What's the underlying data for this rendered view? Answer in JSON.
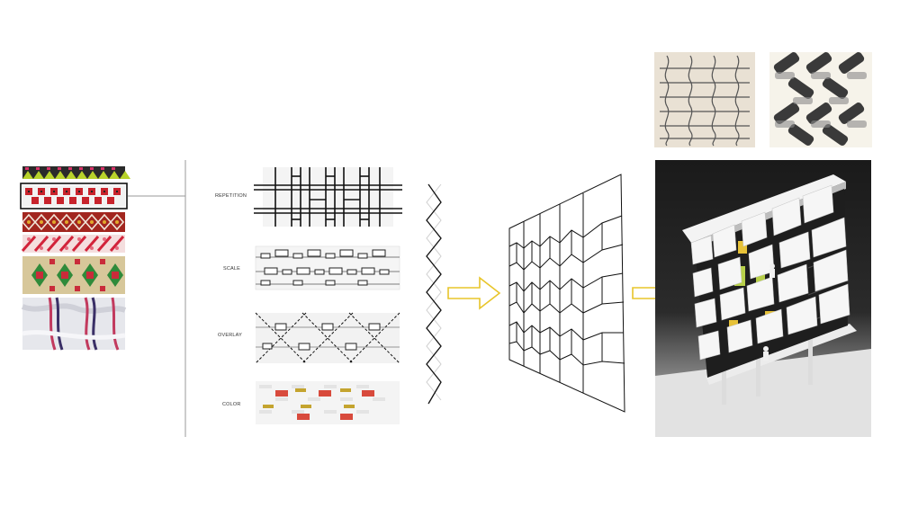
{
  "diagram": {
    "steps": [
      {
        "id": "repetition",
        "label": "REPETITION"
      },
      {
        "id": "scale",
        "label": "SCALE"
      },
      {
        "id": "overlay",
        "label": "OVERLAY"
      },
      {
        "id": "color",
        "label": "COLOR"
      }
    ],
    "arrows": [
      {
        "id": "pattern-to-facade",
        "icon": "arrow-right-icon"
      },
      {
        "id": "facade-to-model",
        "icon": "arrow-right-icon"
      }
    ],
    "colors": {
      "arrow": "#e8c52a",
      "accent_red": "#d84a3c",
      "accent_olive": "#c4a42f",
      "photo_yellow": "#e7c238",
      "photo_green": "#b8d04a",
      "line": "#111111",
      "divider": "#9a9a9a"
    }
  }
}
